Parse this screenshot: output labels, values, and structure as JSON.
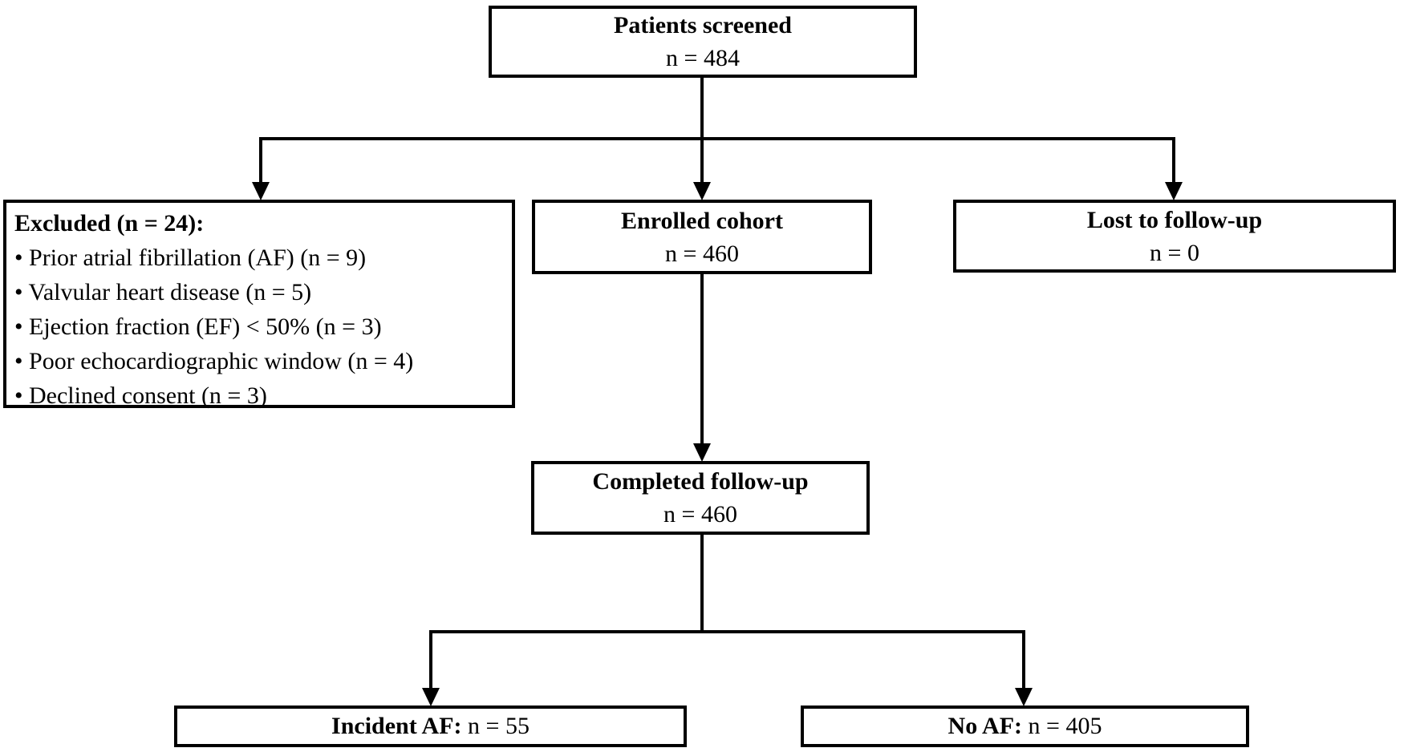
{
  "colors": {
    "line": "#000000",
    "background": "#ffffff",
    "text": "#000000"
  },
  "boxes": {
    "screened": {
      "title": "Patients screened",
      "count": "n = 484"
    },
    "excluded": {
      "title": "Excluded (n = 24):",
      "bullet_char": "•",
      "items": [
        "Prior atrial fibrillation (AF) (n = 9)",
        "Valvular heart disease (n = 5)",
        "Ejection fraction (EF) < 50% (n = 3)",
        "Poor echocardiographic window (n = 4)",
        "Declined consent (n = 3)"
      ]
    },
    "enrolled": {
      "title": "Enrolled cohort",
      "count": "n = 460"
    },
    "lost": {
      "title": "Lost to follow-up",
      "count": "n = 0"
    },
    "completed": {
      "title": "Completed follow-up",
      "count": "n = 460"
    },
    "incident_af": {
      "label_bold": "Incident AF:",
      "label_rest": " n = 55"
    },
    "no_af": {
      "label_bold": "No AF:",
      "label_rest": " n = 405"
    }
  }
}
